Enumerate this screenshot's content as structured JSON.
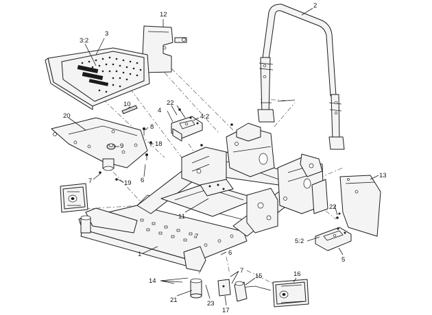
{
  "callouts": {
    "c1": "1",
    "c2": "2",
    "c3": "3",
    "c3_2": "3:2",
    "c4": "4",
    "c4_2": "4:2",
    "c5": "5",
    "c5_2": "5:2",
    "c6a": "6",
    "c6b": "6",
    "c7a": "7",
    "c7b": "7",
    "c7c": "7",
    "c8": "8",
    "c9": "9",
    "c10": "10",
    "c11": "11",
    "c12": "12",
    "c13": "13",
    "c14": "14",
    "c15": "15",
    "c16": "16",
    "c17": "17",
    "c18": "18",
    "c19": "19",
    "c20": "20",
    "c21": "21",
    "c22a": "22",
    "c22b": "22",
    "c23": "23"
  }
}
